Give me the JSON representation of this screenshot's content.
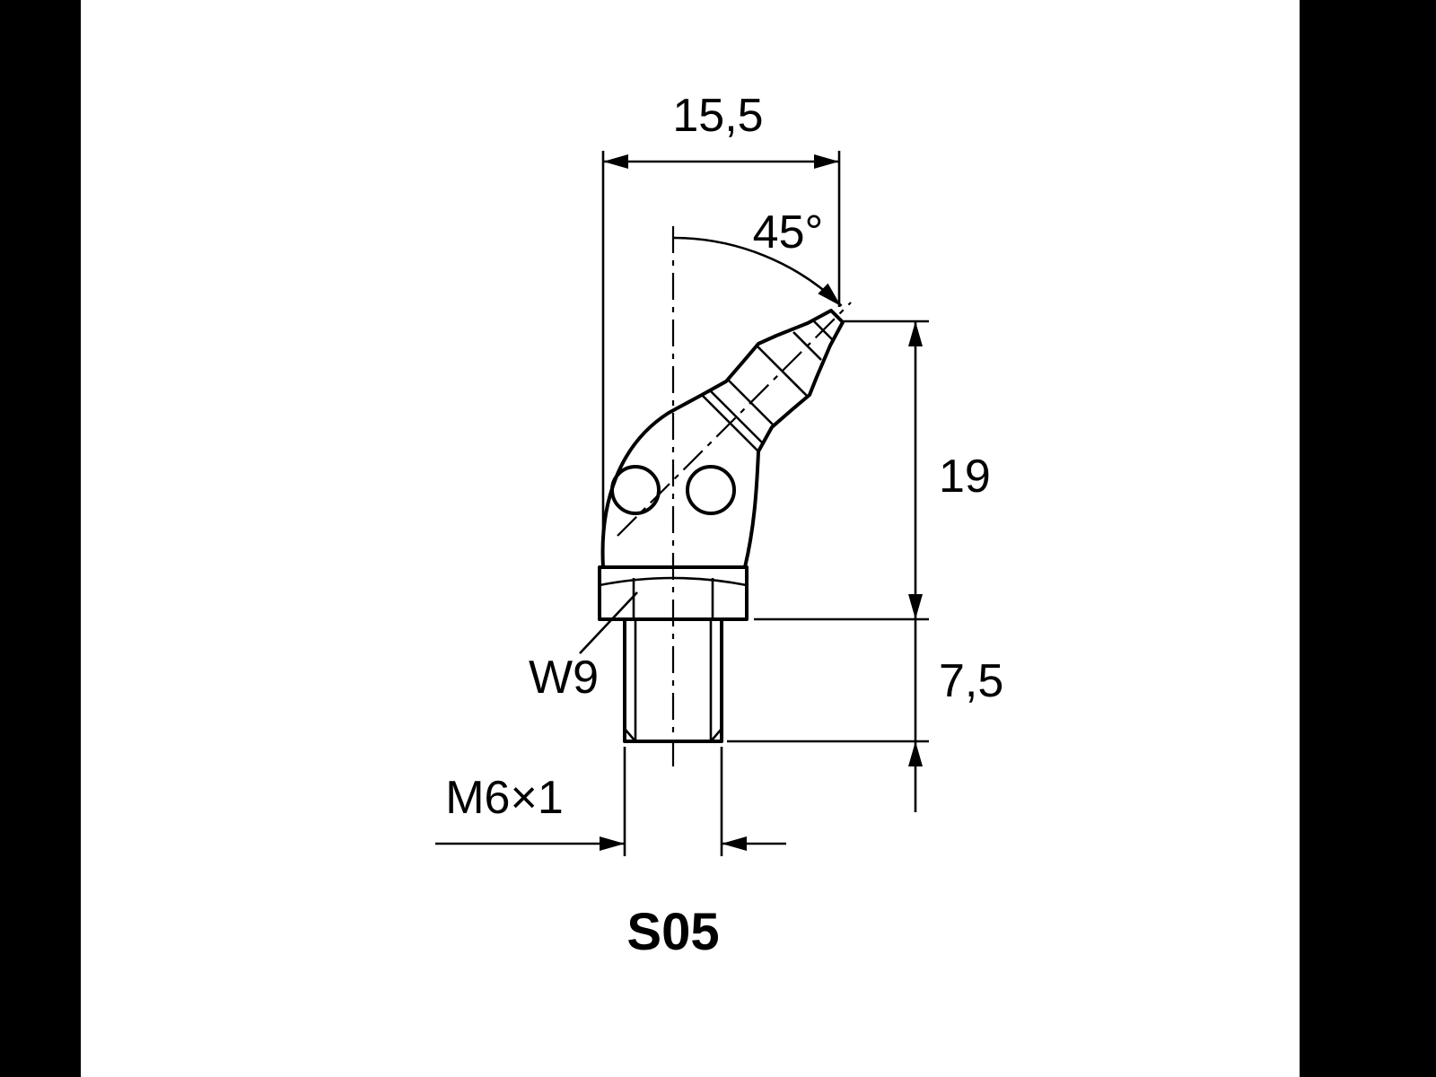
{
  "page": {
    "background": "#000000",
    "panel_background": "#ffffff",
    "line_color": "#000000"
  },
  "diagram": {
    "part_label": "S05",
    "dim_width_top": "15,5",
    "dim_angle": "45°",
    "dim_height": "19",
    "dim_thread_length": "7,5",
    "label_wrench": "W9",
    "label_thread": "M6×1"
  }
}
